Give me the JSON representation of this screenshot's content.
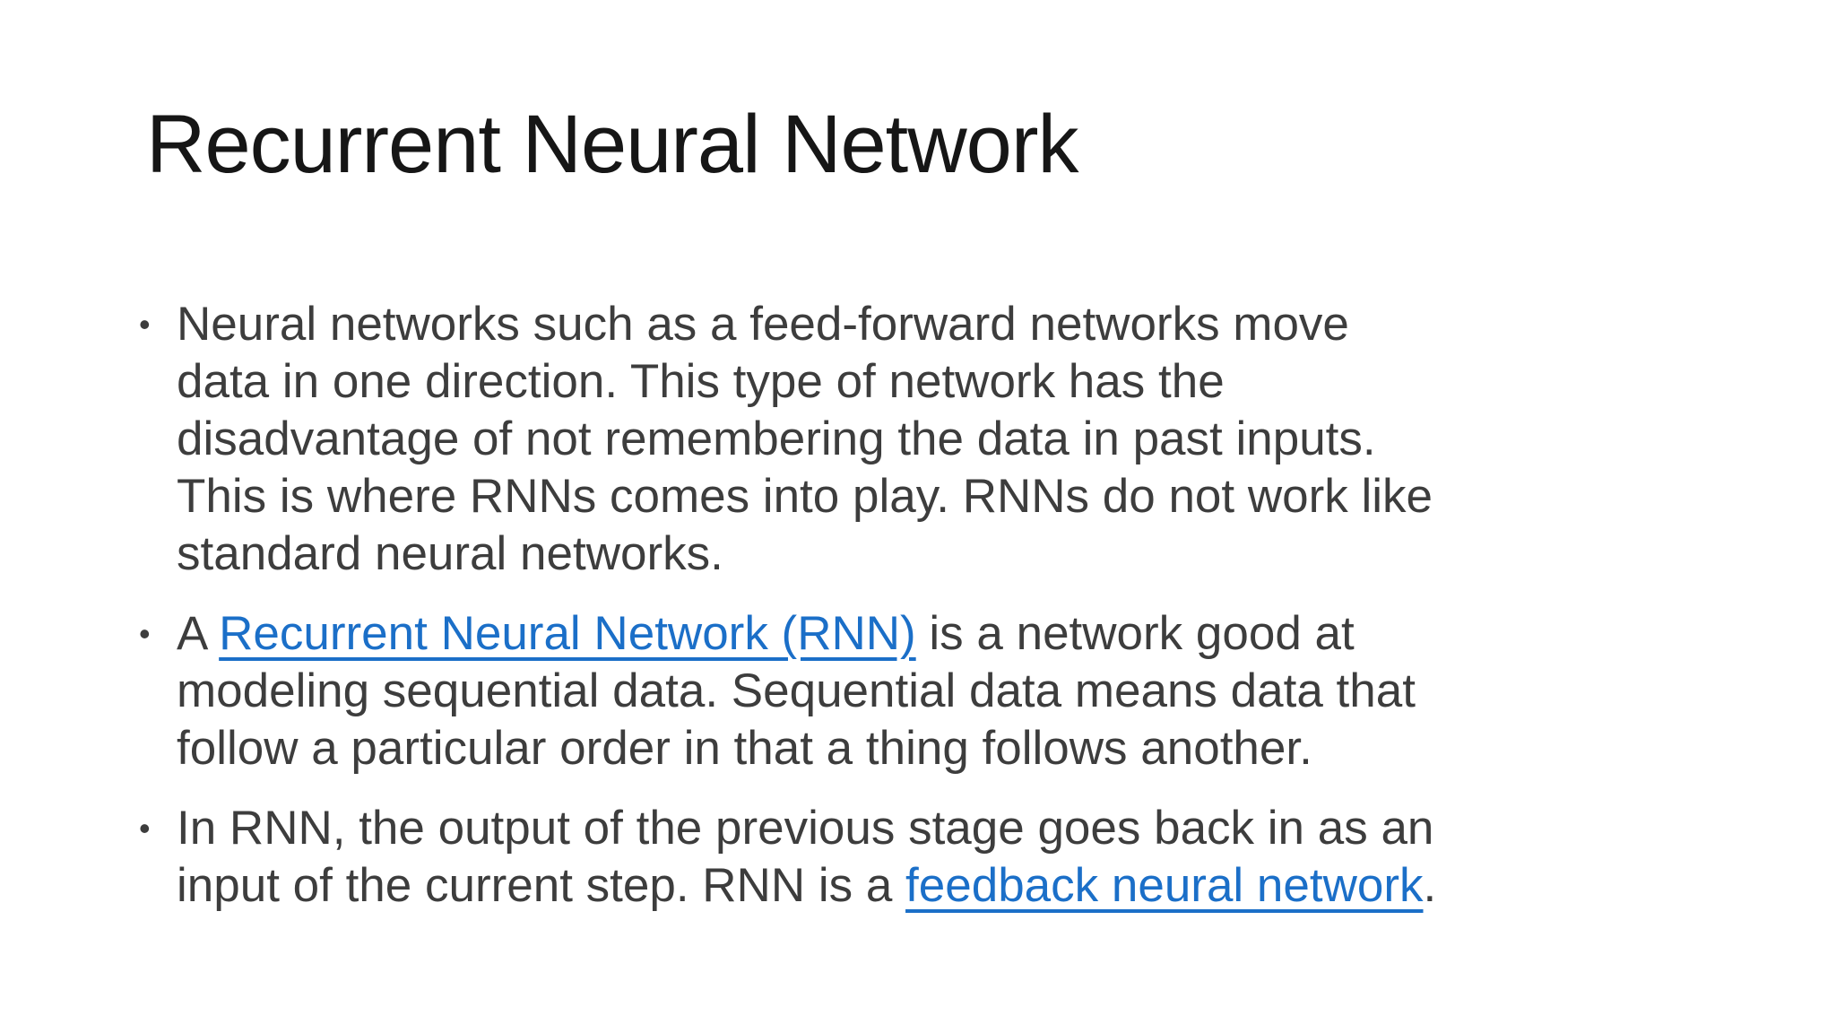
{
  "slide": {
    "title": "Recurrent Neural Network",
    "bullet_char": "•",
    "colors": {
      "background": "#ffffff",
      "title": "#161616",
      "body": "#3d3d3d",
      "link": "#1b6fc8"
    },
    "bullets": [
      {
        "lines": [
          [
            {
              "t": "Neural networks such as a feed-forward networks move"
            }
          ],
          [
            {
              "t": "data in one direction. This type of network has the"
            }
          ],
          [
            {
              "t": "disadvantage of not remembering the data in past inputs."
            }
          ],
          [
            {
              "t": "This is where RNNs comes into play. RNNs do not work like"
            }
          ],
          [
            {
              "t": "standard neural networks."
            }
          ]
        ]
      },
      {
        "lines": [
          [
            {
              "t": "A "
            },
            {
              "t": "Recurrent Neural Network (RNN)",
              "link": true
            },
            {
              "t": " is a network good at"
            }
          ],
          [
            {
              "t": "modeling sequential data. Sequential data means data that"
            }
          ],
          [
            {
              "t": "follow a particular order in that a thing follows another."
            }
          ]
        ]
      },
      {
        "lines": [
          [
            {
              "t": "In RNN, the output of the previous stage goes back in as an"
            }
          ],
          [
            {
              "t": "input of the current step. RNN is a "
            },
            {
              "t": "feedback neural network",
              "link": true
            },
            {
              "t": "."
            }
          ]
        ]
      }
    ]
  }
}
